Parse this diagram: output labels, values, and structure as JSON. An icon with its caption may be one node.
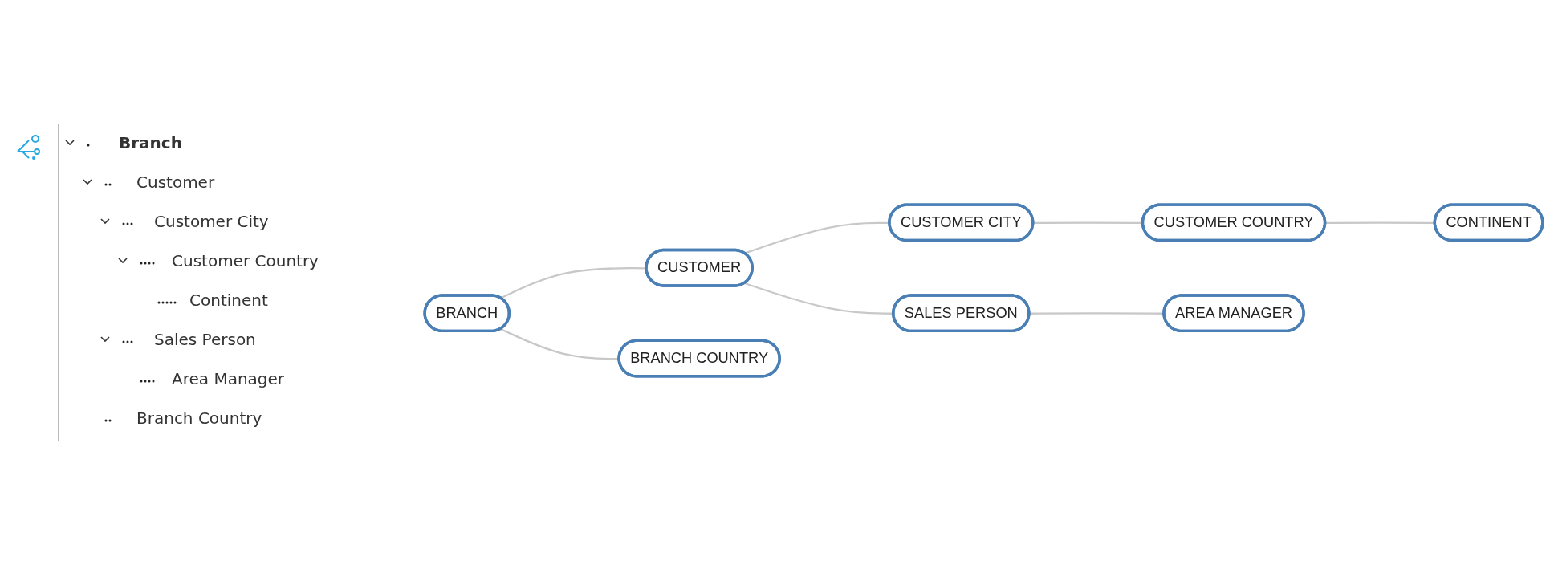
{
  "diagram": {
    "nodes": [
      {
        "text": [
          "BRANCH"
        ]
      },
      {
        "text": [
          "CUSTOMER"
        ]
      },
      {
        "text": [
          "CUSTOMER CITY"
        ]
      },
      {
        "text": [
          "CUSTOMER COUNTRY"
        ]
      },
      {
        "text": [
          "CONTINENT"
        ]
      },
      {
        "text": [
          "SALES PERSON"
        ]
      },
      {
        "text": [
          "AREA MANAGER"
        ]
      },
      {
        "text": [
          "BRANCH COUNTRY"
        ]
      }
    ],
    "edges": [
      {
        "from": 0,
        "to": 1,
        "arrow": "none"
      },
      {
        "from": 1,
        "to": 2,
        "arrow": "none"
      },
      {
        "from": 2,
        "to": 3,
        "arrow": "none"
      },
      {
        "from": 3,
        "to": 4,
        "arrow": "none"
      },
      {
        "from": 1,
        "to": 5,
        "arrow": "none"
      },
      {
        "from": 5,
        "to": 6,
        "arrow": "none"
      },
      {
        "from": 0,
        "to": 7,
        "arrow": "none"
      }
    ],
    "labels": [
      "Branch",
      "Customer",
      "Customer City",
      "Customer Country",
      "Continent",
      "Sales Person",
      "Area Manager",
      "Branch Country"
    ]
  }
}
